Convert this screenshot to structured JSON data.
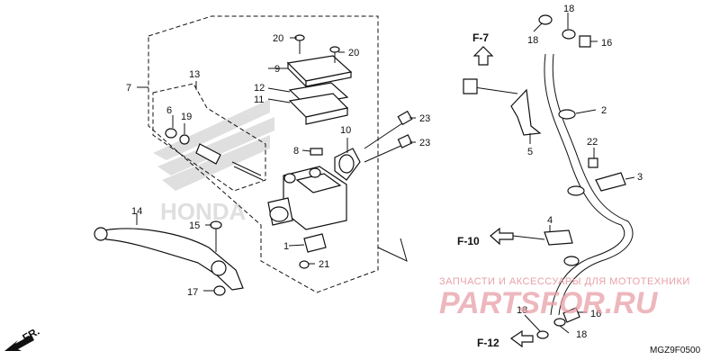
{
  "callouts": {
    "c1": "1",
    "c2": "2",
    "c3": "3",
    "c4": "4",
    "c5": "5",
    "c6": "6",
    "c7": "7",
    "c8": "8",
    "c9": "9",
    "c10": "10",
    "c11": "11",
    "c12": "12",
    "c13": "13",
    "c14": "14",
    "c15": "15",
    "c16a": "16",
    "c16b": "16",
    "c17": "17",
    "c18a": "18",
    "c18b": "18",
    "c18c": "18",
    "c18d": "18",
    "c19": "19",
    "c20a": "20",
    "c20b": "20",
    "c21": "21",
    "c22": "22",
    "c23a": "23",
    "c23b": "23"
  },
  "references": {
    "f7": "F-7",
    "f10": "F-10",
    "f12": "F-12",
    "fr": "FR."
  },
  "watermark": {
    "tagline": "ЗАПЧАСТИ И АКСЕССУАРЫ ДЛЯ МОТОТЕХНИКИ",
    "brand": "PARTSFOR.RU",
    "logo_text": "HONDA"
  },
  "diagram_code": "MGZ9F0500",
  "colors": {
    "line": "#111111",
    "watermark": "#e8a0a8",
    "background": "#ffffff"
  }
}
